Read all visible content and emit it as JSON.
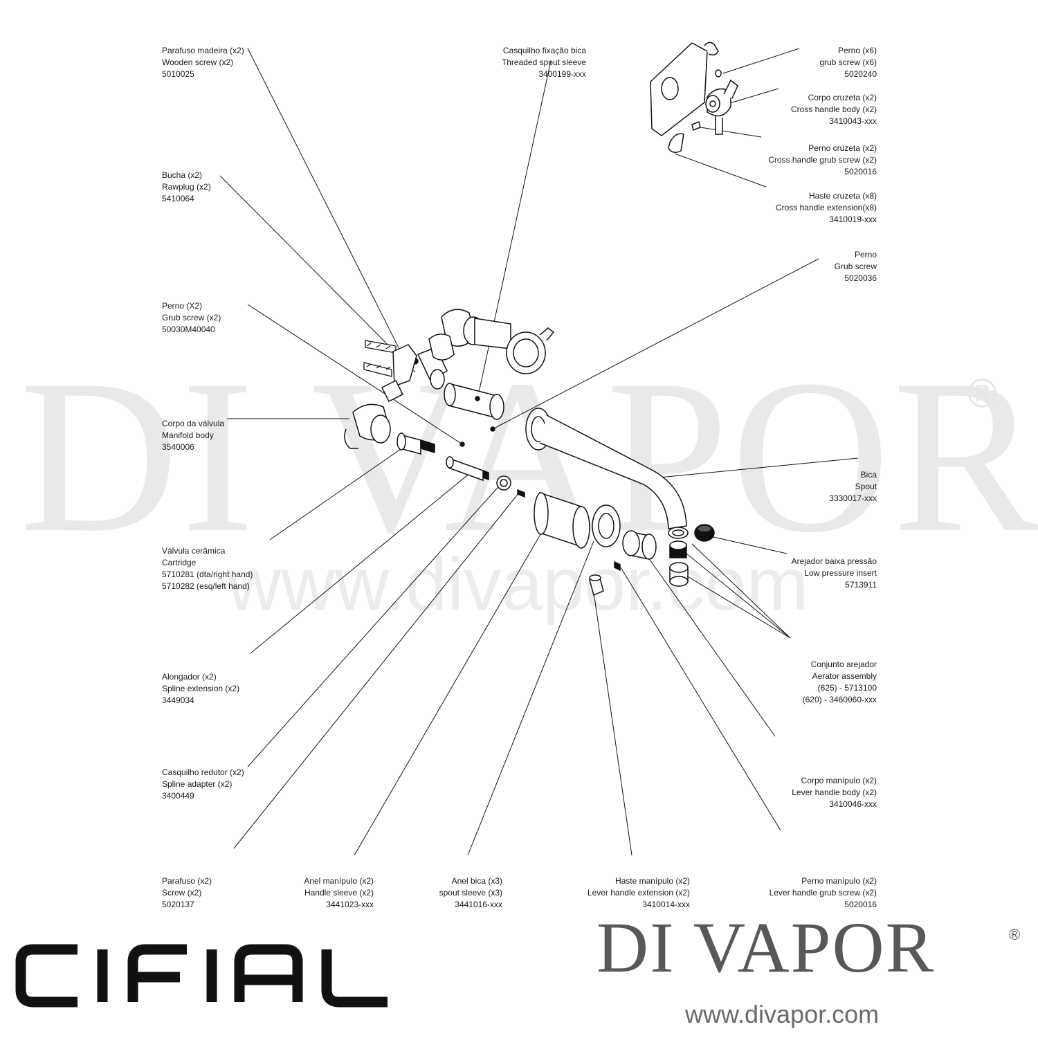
{
  "watermark": {
    "main": "DI VAPOR",
    "reg": "®",
    "url": "www.divapor.com"
  },
  "labels": [
    {
      "id": "wood-screw",
      "lines": [
        "Parafuso madeira (x2)",
        "Wooden screw (x2)",
        "5010025"
      ]
    },
    {
      "id": "spout-sleeve-threaded",
      "lines": [
        "Casquilho fixação bica",
        "Threaded spout sleeve",
        "3400199-xxx"
      ]
    },
    {
      "id": "grub-screw-x6",
      "lines": [
        "Perno (x6)",
        "grub screw (x6)",
        "5020240"
      ]
    },
    {
      "id": "cross-handle-body",
      "lines": [
        "Corpo cruzeta (x2)",
        "Cross handle body (x2)",
        "3410043-xxx"
      ]
    },
    {
      "id": "cross-handle-grub",
      "lines": [
        "Perno cruzeta (x2)",
        "Cross handle grub screw (x2)",
        "5020016"
      ]
    },
    {
      "id": "cross-handle-ext",
      "lines": [
        "Haste cruzeta (x8)",
        "Cross handle extension(x8)",
        "3410019-xxx"
      ]
    },
    {
      "id": "rawplug",
      "lines": [
        "Bucha (x2)",
        "Rawplug (x2)",
        "5410064"
      ]
    },
    {
      "id": "grub-screw-spout",
      "lines": [
        "Perno",
        "Grub screw",
        "5020036"
      ]
    },
    {
      "id": "grub-screw-x2",
      "lines": [
        "Perno (X2)",
        "Grub screw (x2)",
        "50030M40040"
      ]
    },
    {
      "id": "manifold",
      "lines": [
        "Corpo da válvula",
        "Manifold body",
        "3540006"
      ]
    },
    {
      "id": "spout",
      "lines": [
        "Bica",
        "Spout",
        "3330017-xxx"
      ]
    },
    {
      "id": "cartridge",
      "lines": [
        "Válvula cerâmica",
        "Cartridge",
        "5710281 (dta/right hand)",
        "5710282 (esq/left hand)"
      ]
    },
    {
      "id": "low-pressure",
      "lines": [
        "Arejador baixa pressão",
        "Low pressure insert",
        "5713911"
      ]
    },
    {
      "id": "aerator",
      "lines": [
        "Conjunto arejador",
        "Aerator assembly",
        "(625) - 5713100",
        "(620) - 3460060-xxx"
      ]
    },
    {
      "id": "spline-ext",
      "lines": [
        "Alongador (x2)",
        "Spline extension (x2)",
        "3449034"
      ]
    },
    {
      "id": "lever-body",
      "lines": [
        "Corpo manípulo (x2)",
        "Lever handle body (x2)",
        "3410046-xxx"
      ]
    },
    {
      "id": "spline-adapter",
      "lines": [
        "Casquilho redutor (x2)",
        "Spline adapter (x2)",
        "3400449"
      ]
    },
    {
      "id": "screw",
      "lines": [
        "Parafuso (x2)",
        "Screw (x2)",
        "5020137"
      ]
    },
    {
      "id": "handle-sleeve",
      "lines": [
        "Anel manípulo (x2)",
        "Handle sleeve (x2)",
        "3441023-xxx"
      ]
    },
    {
      "id": "spout-sleeve",
      "lines": [
        "Anel bica (x3)",
        "spout sleeve (x3)",
        "3441016-xxx"
      ]
    },
    {
      "id": "lever-ext",
      "lines": [
        "Haste manípulo (x2)",
        "Lever handle extension (x2)",
        "3410014-xxx"
      ]
    },
    {
      "id": "lever-grub",
      "lines": [
        "Perno manípulo (x2)",
        "Lever handle grub screw (x2)",
        "5020016"
      ]
    }
  ],
  "logo": {
    "text": "CIFIAL",
    "color": "#111111"
  },
  "brand": {
    "name": "DI VAPOR",
    "reg": "®",
    "url": "www.divapor.com",
    "color": "#585858"
  }
}
